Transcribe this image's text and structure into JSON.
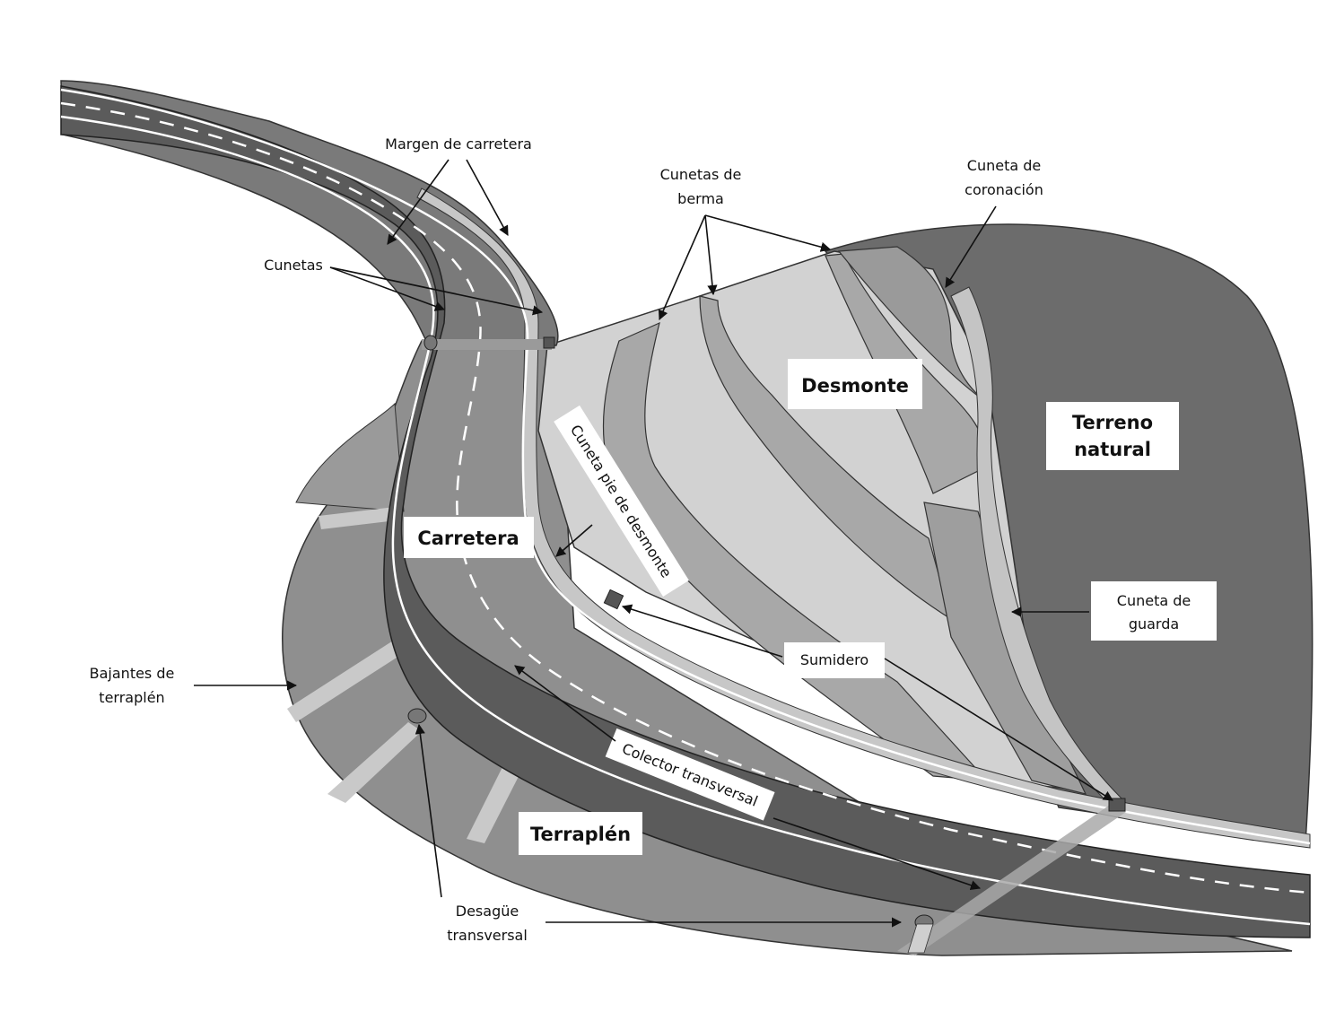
{
  "labels": {
    "margen_carretera": "Margen de carretera",
    "cunetas": "Cunetas",
    "cunetas_berma_1": "Cunetas de",
    "cunetas_berma_2": "berma",
    "cuneta_coronacion_1": "Cuneta de",
    "cuneta_coronacion_2": "coronación",
    "desmonte": "Desmonte",
    "terreno_natural_1": "Terreno",
    "terreno_natural_2": "natural",
    "cuneta_pie_desmonte": "Cuneta pie de desmonte",
    "carretera": "Carretera",
    "cuneta_guarda_1": "Cuneta de",
    "cuneta_guarda_2": "guarda",
    "bajantes_1": "Bajantes de",
    "bajantes_2": "terraplén",
    "sumidero": "Sumidero",
    "colector_transversal": "Colector transversal",
    "terraplen": "Terraplén",
    "desague_1": "Desagüe",
    "desague_2": "transversal"
  },
  "colors": {
    "road": "#5a5a5a",
    "terrain": "#6f6f6f",
    "embankment": "#8c8c8c",
    "cut_light": "#d4d4d4",
    "cut_mid": "#a9a9a9",
    "ditch": "#c8c8c8",
    "lane_marking": "#ffffff"
  }
}
